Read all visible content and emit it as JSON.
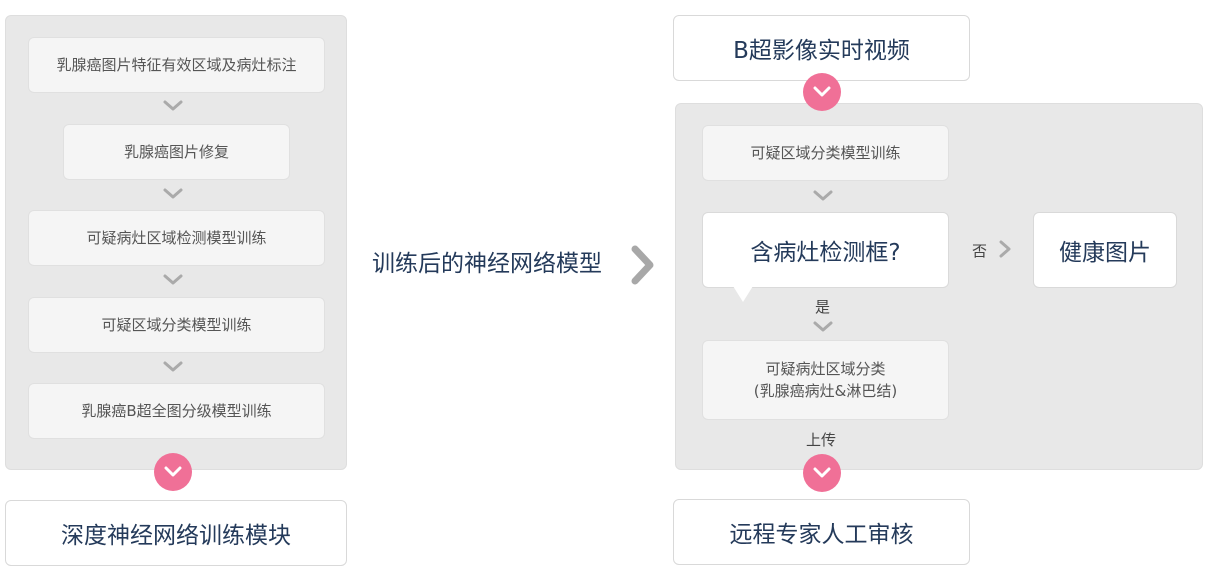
{
  "left": {
    "steps": [
      "乳腺癌图片特征有效区域及病灶标注",
      "乳腺癌图片修复",
      "可疑病灶区域检测模型训练",
      "可疑区域分类模型训练",
      "乳腺癌B超全图分级模型训练"
    ],
    "module_title": "深度神经网络训练模块"
  },
  "middle": {
    "label": "训练后的神经网络模型"
  },
  "right": {
    "source_title": "B超影像实时视频",
    "classify_step": "可疑区域分类模型训练",
    "question": "含病灶检测框?",
    "no_label": "否",
    "result_box": "健康图片",
    "yes_label": "是",
    "lesion_line1": "可疑病灶区域分类",
    "lesion_line2": "(乳腺癌病灶&淋巴结)",
    "upload_label": "上传",
    "review_title": "远程专家人工审核"
  },
  "colors": {
    "panel": "#e8e8e8",
    "accent_pink": "#f07097",
    "chevron_gray": "#aaaaaa",
    "title_text": "#243a5a"
  },
  "icons": {
    "down_chevron": "chevron-down-icon",
    "right_chevron": "chevron-right-icon",
    "pink_down": "pink-circle-chevron-down-icon"
  }
}
